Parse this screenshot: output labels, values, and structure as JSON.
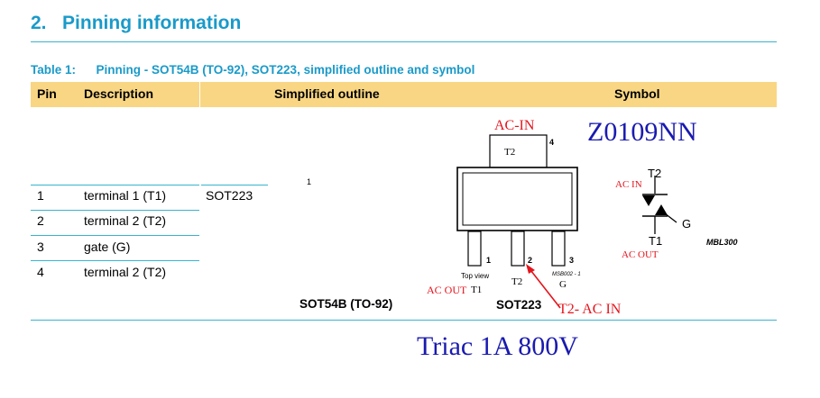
{
  "section": {
    "number": "2.",
    "title": "Pinning information"
  },
  "table": {
    "caption_label": "Table 1:",
    "caption_text": "Pinning - SOT54B (TO-92), SOT223, simplified outline and symbol",
    "headers": {
      "pin": "Pin",
      "description": "Description",
      "outline": "Simplified outline",
      "symbol": "Symbol"
    },
    "rows": [
      {
        "pin": "1",
        "description": "terminal 1 (T1)"
      },
      {
        "pin": "2",
        "description": "terminal 2 (T2)"
      },
      {
        "pin": "3",
        "description": "gate (G)"
      },
      {
        "pin": "4",
        "description": "terminal 2 (T2)"
      }
    ],
    "package_sot223": "SOT223",
    "outline_pin_marker": "1",
    "label_sot54b": "SOT54B (TO-92)",
    "label_sot223": "SOT223"
  },
  "outline": {
    "tab_label": "T2",
    "tab_pin": "4",
    "pins": [
      "1",
      "2",
      "3"
    ],
    "top_view": "Top view",
    "drawing_code": "MSB002 - 1",
    "pin_names": {
      "t1": "T1",
      "t2": "T2",
      "g": "G"
    }
  },
  "symbol": {
    "t2": "T2",
    "t1": "T1",
    "g": "G",
    "code": "MBL300"
  },
  "annotations": {
    "ac_in_top": "AC-IN",
    "part": "Z0109NN",
    "ac_in_symbol": "AC IN",
    "ac_out_symbol": "AC OUT",
    "ac_out_outline": "AC OUT",
    "t2_ac_in": "T2- AC IN",
    "footer": "Triac 1A 800V"
  },
  "colors": {
    "heading": "#1a9ac9",
    "rule": "#39b3cf",
    "header_band": "#f9d684",
    "annotation_red": "#e4141c",
    "annotation_blue": "#1a1ab0"
  }
}
